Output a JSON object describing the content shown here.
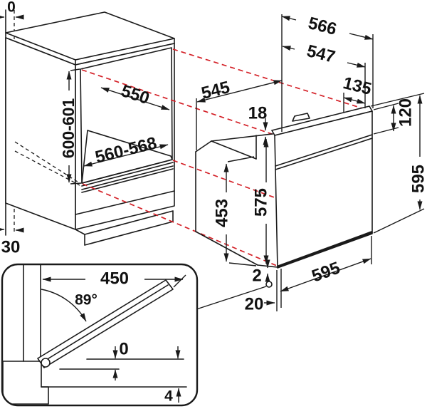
{
  "colors": {
    "projection_red": "#d42027",
    "niche_back_gray": "#b9b9b9",
    "niche_floor_gray": "#dadada",
    "section_gray": "#d2d2d2"
  },
  "wall": {
    "top_gap": "0",
    "plinth_recess": "30"
  },
  "cabinet": {
    "niche_depth": "550",
    "niche_height": "600-601",
    "niche_width": "560-568"
  },
  "oven": {
    "depth_total": "566",
    "depth_body": "547",
    "front_depth": "135",
    "body_depth": "545",
    "top_gap": "18",
    "panel_height": "120",
    "height": "595",
    "body_height": "453",
    "front_height": "575",
    "bottom_gap": "2",
    "bottom_overhang": "20",
    "width": "595"
  },
  "door_inset": {
    "door_length": "450",
    "open_angle": "89°",
    "flush_gap": "0",
    "max_protrusion": "4"
  }
}
